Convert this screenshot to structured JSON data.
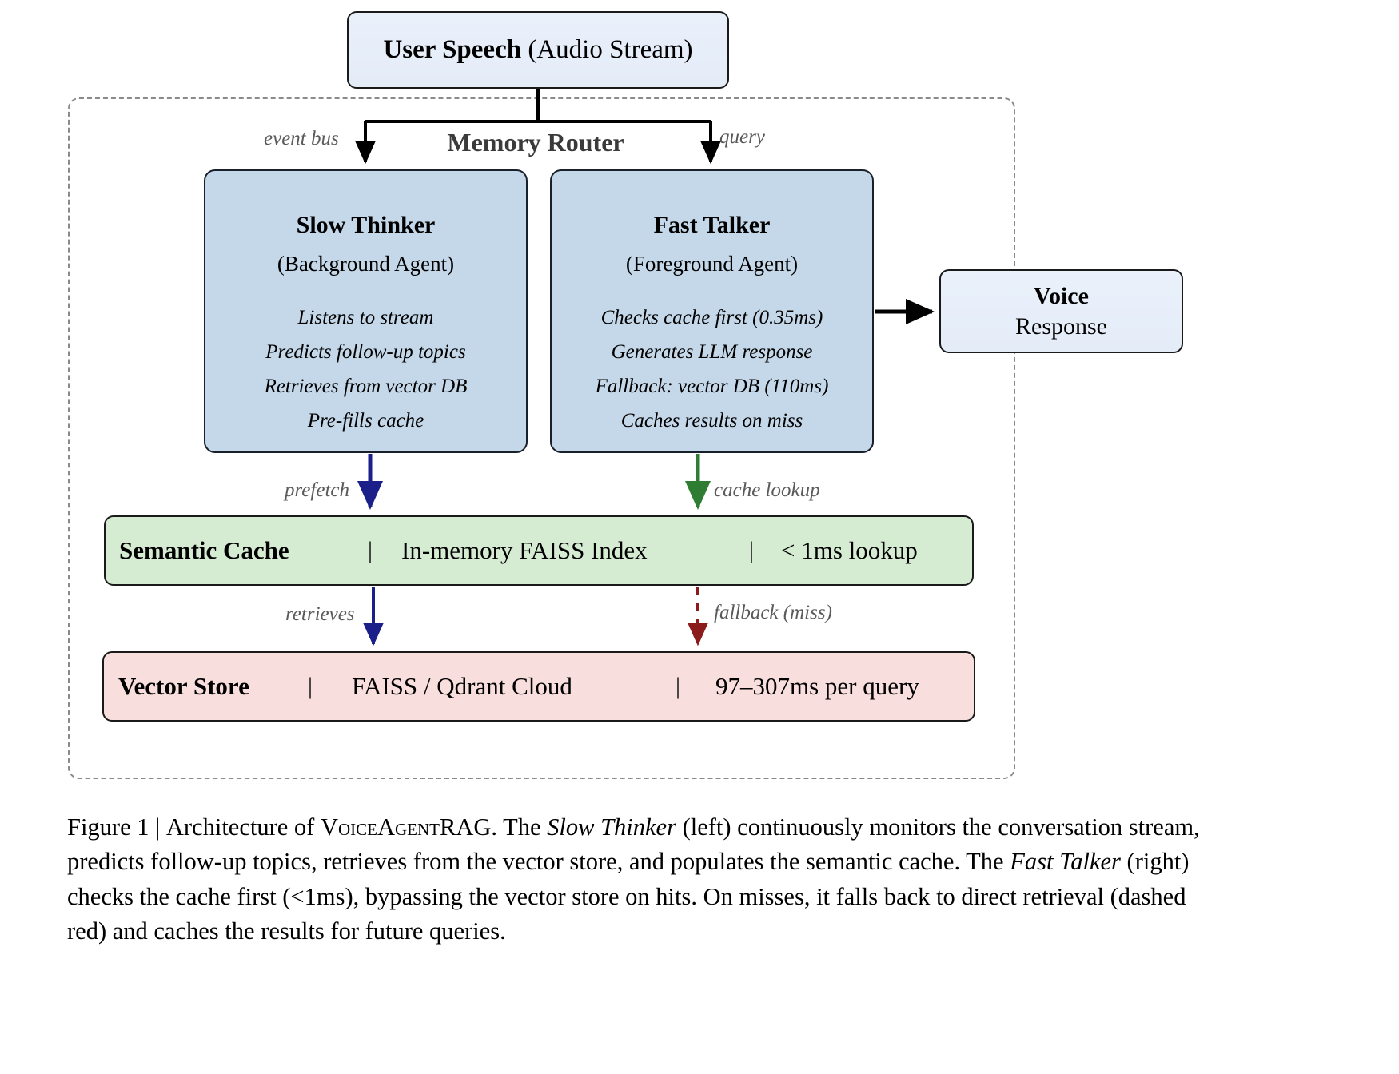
{
  "figure": {
    "number": "Figure 1",
    "divider": "|",
    "caption_prefix": "Architecture of ",
    "system_name": "VoiceAgentRAG",
    "caption_part1": ". The ",
    "emph1": "Slow Thinker",
    "caption_part2": " (left) continuously monitors the conversation stream, predicts follow-up topics, retrieves from the vector store, and populates the semantic cache. The ",
    "emph2": "Fast Talker",
    "caption_part3": " (right) checks the cache first (<1ms), bypassing the vector store on hits. On misses, it falls back to direct retrieval (dashed red) and caches the results for future queries."
  },
  "source": {
    "title_bold": "User Speech",
    "title_rest": " (Audio Stream)"
  },
  "router": {
    "label": "Memory Router"
  },
  "agents": [
    {
      "id": "slow-thinker",
      "title": "Slow Thinker",
      "subtitle": "(Background Agent)",
      "bullets": [
        "Listens to stream",
        "Predicts follow-up topics",
        "Retrieves from vector DB",
        "Pre-fills cache"
      ]
    },
    {
      "id": "fast-talker",
      "title": "Fast Talker",
      "subtitle": "(Foreground Agent)",
      "bullets": [
        "Checks cache first (0.35ms)",
        "Generates LLM response",
        "Fallback: vector DB (110ms)",
        "Caches results on miss"
      ]
    }
  ],
  "output": {
    "line1": "Voice",
    "line2": "Response"
  },
  "stores": [
    {
      "id": "semantic-cache",
      "name": "Semantic Cache",
      "detail": "In-memory FAISS Index",
      "latency": "< 1ms lookup",
      "separator": "|",
      "color": "#d5ecd2"
    },
    {
      "id": "vector-store",
      "name": "Vector Store",
      "detail": "FAISS / Qdrant Cloud",
      "latency": "97–307ms per query",
      "separator": "|",
      "color": "#f8dedd"
    }
  ],
  "edges": [
    {
      "id": "event-bus",
      "label": "event bus",
      "color": "#000000",
      "style": "solid"
    },
    {
      "id": "query",
      "label": "query",
      "color": "#000000",
      "style": "solid"
    },
    {
      "id": "prefetch",
      "label": "prefetch",
      "color": "#1b1f8a",
      "style": "solid"
    },
    {
      "id": "cache-lookup",
      "label": "cache lookup",
      "color": "#2e7d32",
      "style": "solid"
    },
    {
      "id": "retrieves",
      "label": "retrieves",
      "color": "#1b1f8a",
      "style": "solid"
    },
    {
      "id": "fallback",
      "label": "fallback (miss)",
      "color": "#8c1c1c",
      "style": "dashed"
    },
    {
      "id": "response",
      "label": "",
      "color": "#000000",
      "style": "solid"
    }
  ],
  "colors": {
    "agent_fill": "#c5d8ea",
    "io_fill": "#e7eff9",
    "cache_fill": "#d5ecd2",
    "store_fill": "#f8dedd",
    "boundary": "#8a8a8a",
    "blue_edge": "#1b1f8a",
    "green_edge": "#2e7d32",
    "red_edge": "#8c1c1c"
  }
}
